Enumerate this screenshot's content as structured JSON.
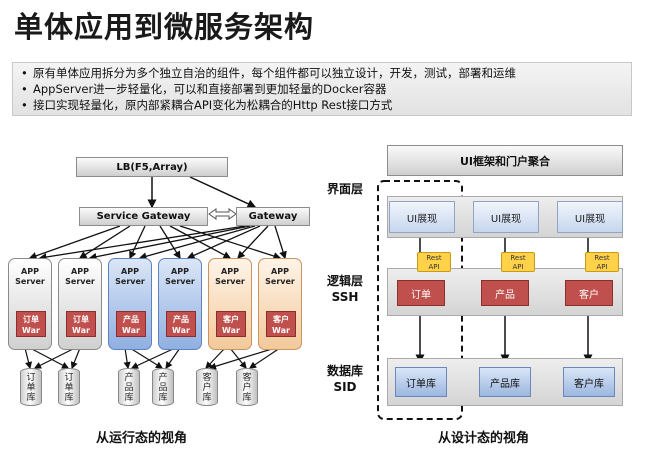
{
  "title": "单体应用到微服务架构",
  "bullets": [
    "原有单体应用拆分为多个独立自治的组件，每个组件都可以独立设计，开发，测试，部署和运维",
    "AppServer进一步轻量化，可以和直接部署到更加轻量的Docker容器",
    "接口实现轻量化，原内部紧耦合API变化为松耦合的Http Rest接口方式"
  ],
  "left": {
    "lb": "LB(F5,Array)",
    "service_gateway": "Service Gateway",
    "gateway": "Gateway",
    "app_label": "APP\nServer",
    "apps": [
      {
        "war": "订单\nWar",
        "color": "gray"
      },
      {
        "war": "订单\nWar",
        "color": "gray"
      },
      {
        "war": "产品\nWar",
        "color": "blue"
      },
      {
        "war": "产品\nWar",
        "color": "blue"
      },
      {
        "war": "客户\nWar",
        "color": "orange"
      },
      {
        "war": "客户\nWar",
        "color": "orange"
      }
    ],
    "dbs": [
      "订\n单\n库",
      "订\n单\n库",
      "产\n品\n库",
      "产\n品\n库",
      "客\n户\n库",
      "客\n户\n库"
    ],
    "caption": "从运行态的视角"
  },
  "right": {
    "portal": "UI框架和门户聚合",
    "layer_ui": "界面层",
    "layer_logic": "逻辑层\nSSH",
    "layer_db": "数据库\nSID",
    "ui_label": "UI展现",
    "rest_label": "Rest\nAPI",
    "services": [
      "订单",
      "产品",
      "客户"
    ],
    "databases": [
      "订单库",
      "产品库",
      "客户库"
    ],
    "caption": "从设计态的视角"
  }
}
